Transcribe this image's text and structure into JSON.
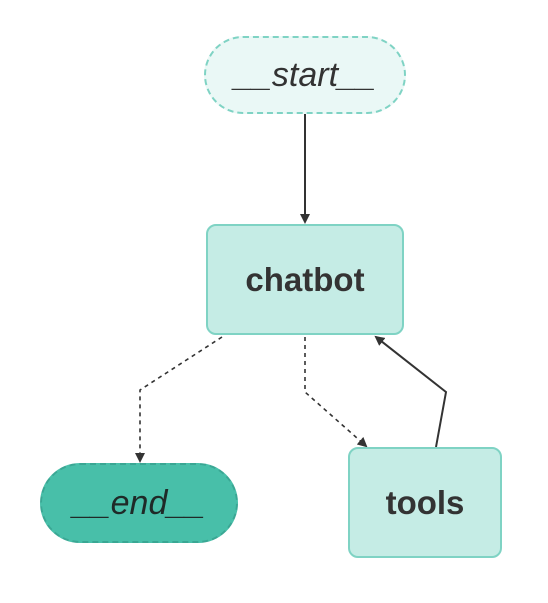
{
  "nodes": {
    "start": {
      "label": "__start__"
    },
    "chatbot": {
      "label": "chatbot"
    },
    "tools": {
      "label": "tools"
    },
    "end": {
      "label": "__end__"
    }
  },
  "edges": [
    {
      "from": "start",
      "to": "chatbot",
      "style": "solid"
    },
    {
      "from": "chatbot",
      "to": "end",
      "style": "dashed"
    },
    {
      "from": "chatbot",
      "to": "tools",
      "style": "dashed"
    },
    {
      "from": "tools",
      "to": "chatbot",
      "style": "solid"
    }
  ],
  "colors": {
    "start_fill": "#eaf8f6",
    "node_fill": "#c5ece5",
    "node_border": "#7fd3c4",
    "end_fill": "#48bfa9",
    "edge": "#333333"
  }
}
